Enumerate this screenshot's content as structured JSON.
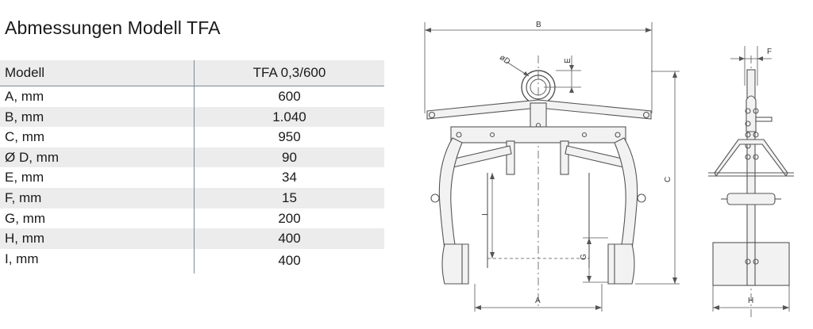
{
  "title": "Abmessungen Modell TFA",
  "table": {
    "header": {
      "label": "Modell",
      "value": "TFA 0,3/600"
    },
    "rows": [
      {
        "label": "A, mm",
        "value": "600"
      },
      {
        "label": "B, mm",
        "value": "1.040"
      },
      {
        "label": "C, mm",
        "value": "950"
      },
      {
        "label": "Ø D, mm",
        "value": "90"
      },
      {
        "label": "E, mm",
        "value": "34"
      },
      {
        "label": "F, mm",
        "value": "15"
      },
      {
        "label": "G, mm",
        "value": "200"
      },
      {
        "label": "H, mm",
        "value": "400"
      },
      {
        "label": "I, mm",
        "value": "400"
      }
    ]
  },
  "drawing": {
    "labels": {
      "a": "A",
      "b": "B",
      "c": "C",
      "d": "øD",
      "e": "E",
      "f": "F",
      "g": "G",
      "h": "H",
      "i": "I"
    },
    "line_color": "#555555",
    "fill_color": "#f2f2f2"
  }
}
